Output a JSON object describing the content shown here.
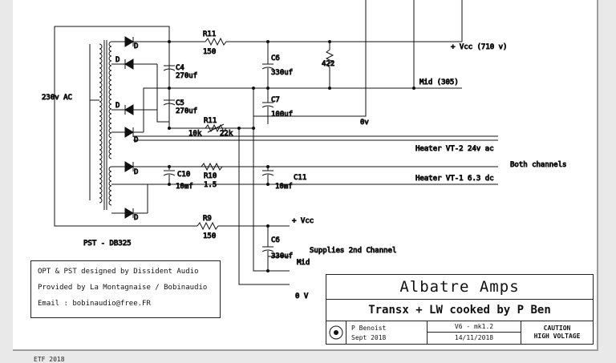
{
  "components": {
    "r11_top": {
      "ref": "R11",
      "value": "150"
    },
    "c4": {
      "ref": "C4",
      "value": "270uf"
    },
    "c5": {
      "ref": "C5",
      "value": "270uf"
    },
    "c6_top": {
      "ref": "C6",
      "value": "330uf"
    },
    "c7": {
      "ref": "C7",
      "value": "100uf"
    },
    "r_422": {
      "value": "422"
    },
    "r11_mid": {
      "ref": "R11",
      "value_a": "10k",
      "value_b": "22k"
    },
    "c10": {
      "ref": "C10",
      "value": "10mf"
    },
    "r10": {
      "ref": "R10",
      "value": "1.5"
    },
    "c11": {
      "ref": "C11",
      "value": "10mf"
    },
    "r9": {
      "ref": "R9",
      "value": "150"
    },
    "c6_bottom": {
      "ref": "C6",
      "value": "330uf"
    },
    "diode_label": "D"
  },
  "labels": {
    "ac_input": "230v AC",
    "vcc_hv": "+ Vcc (710 v)",
    "mid_305": "Mid (305)",
    "zero_v_small": "0v",
    "heater_vt2": "Heater VT-2 24v ac",
    "both_channels": "Both channels",
    "heater_vt1": "Heater VT-1 6.3 dc",
    "vcc_plus": "+ Vcc",
    "supplies_2nd": "Supplies 2nd Channel",
    "mid": "Mid",
    "zero_v": "0 V",
    "pst": "PST - DB325"
  },
  "notes": {
    "line1": "OPT & PST designed by Dissident Audio",
    "line2": "Provided by La Montagnaise / Bobinaudio",
    "line3": "Email : bobinaudio@free.FR"
  },
  "title_block": {
    "title": "Albatre Amps",
    "subtitle": "Transx + LW cooked by P Ben",
    "author": "P Benoist",
    "date_text": "Sept 2018",
    "version": "V6 - mk1.2",
    "date": "14/11/2018",
    "caution1": "CAUTION",
    "caution2": "HIGH VOLTAGE"
  },
  "footer": "ETF 2018"
}
